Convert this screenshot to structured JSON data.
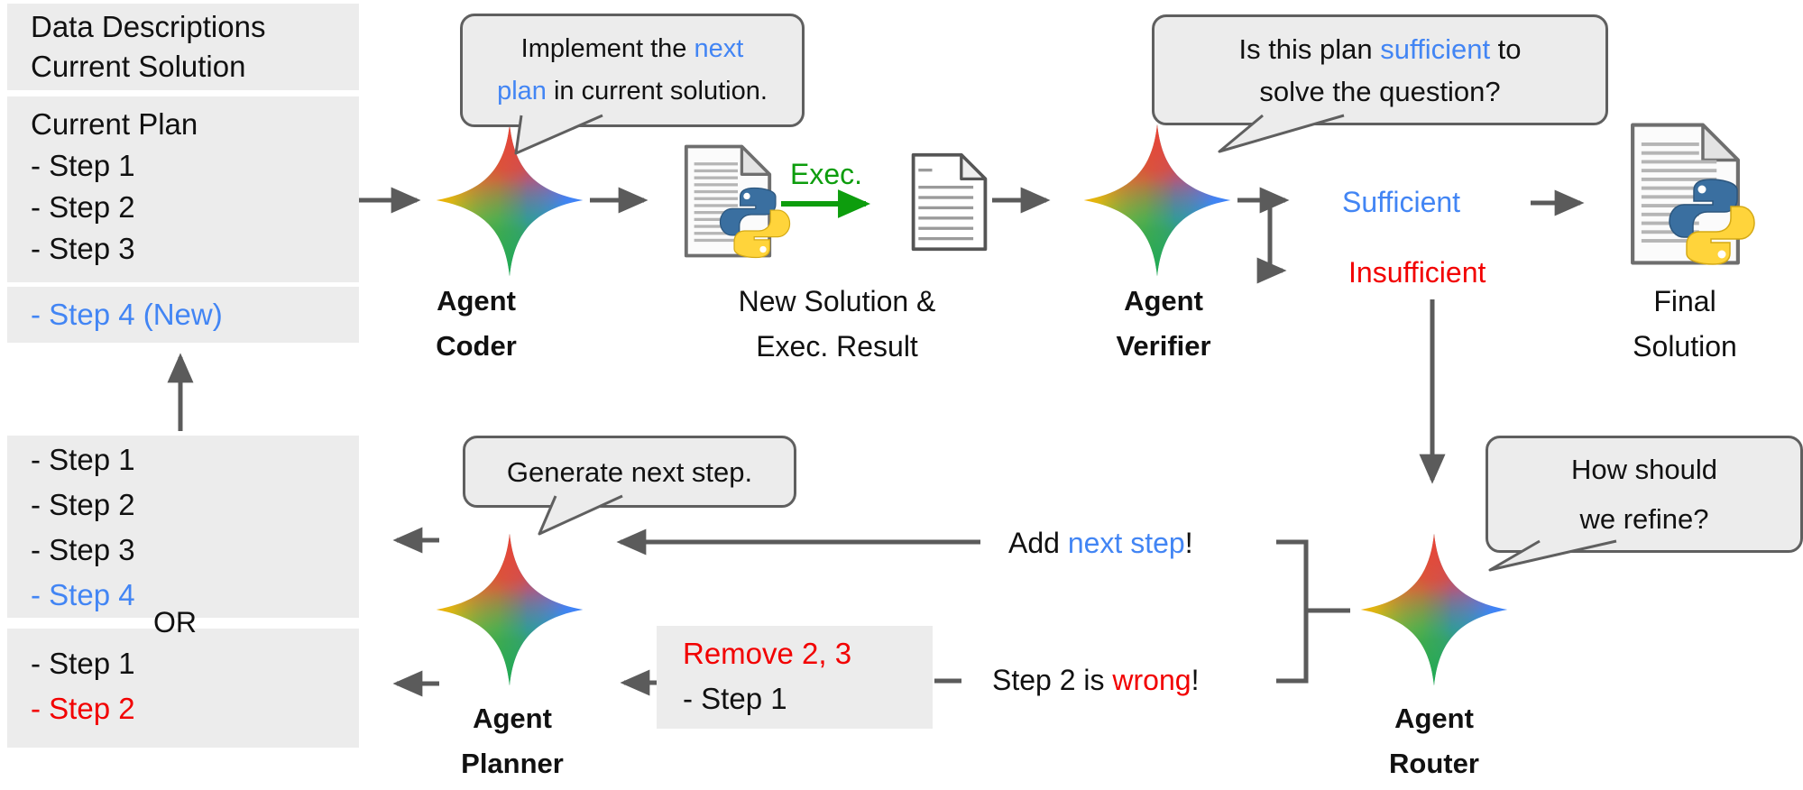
{
  "colors": {
    "blue": "#4285f4",
    "red": "#f20000",
    "green": "#0d9d0d",
    "line_gray": "#5b5b5b",
    "box_bg": "#ececec"
  },
  "inputs_box": {
    "line1": "Data Descriptions",
    "line2": "Current Solution"
  },
  "current_plan_box": {
    "title": "Current Plan",
    "steps": [
      "- Step 1",
      "- Step 2",
      "- Step 3"
    ]
  },
  "new_step_box": {
    "label": "- Step 4 (New)"
  },
  "coder": {
    "name_line1": "Agent",
    "name_line2": "Coder",
    "bubble_line1_pre": "Implement the ",
    "bubble_line1_hl": "next",
    "bubble_line2_hl": "plan",
    "bubble_line2_post": " in current solution."
  },
  "exec_label": "Exec.",
  "new_solution_label": {
    "line1": "New Solution &",
    "line2": "Exec. Result"
  },
  "verifier": {
    "name_line1": "Agent",
    "name_line2": "Verifier",
    "bubble_line1_pre": "Is this plan ",
    "bubble_line1_hl": "sufficient",
    "bubble_line1_post": " to",
    "bubble_line2": "solve the question?"
  },
  "outcomes": {
    "sufficient": "Sufficient",
    "insufficient": "Insufficient"
  },
  "final_solution_label": {
    "line1": "Final",
    "line2": "Solution"
  },
  "router": {
    "name_line1": "Agent",
    "name_line2": "Router",
    "bubble_line1": "How should",
    "bubble_line2": "we refine?"
  },
  "router_messages": {
    "add_pre": "Add ",
    "add_hl": "next step",
    "add_post": "!",
    "wrong_pre": "Step 2 is ",
    "wrong_hl": "wrong",
    "wrong_post": "!"
  },
  "planner": {
    "name_line1": "Agent",
    "name_line2": "Planner",
    "bubble": "Generate next step."
  },
  "remove_box": {
    "line1": "Remove 2, 3",
    "line2": "- Step 1"
  },
  "appended_plan_box": {
    "steps": [
      "- Step 1",
      "- Step 2",
      "- Step 3"
    ],
    "new_step": "- Step 4"
  },
  "or_label": "OR",
  "truncated_plan_box": {
    "step1": "- Step 1",
    "step2": "- Step 2"
  }
}
